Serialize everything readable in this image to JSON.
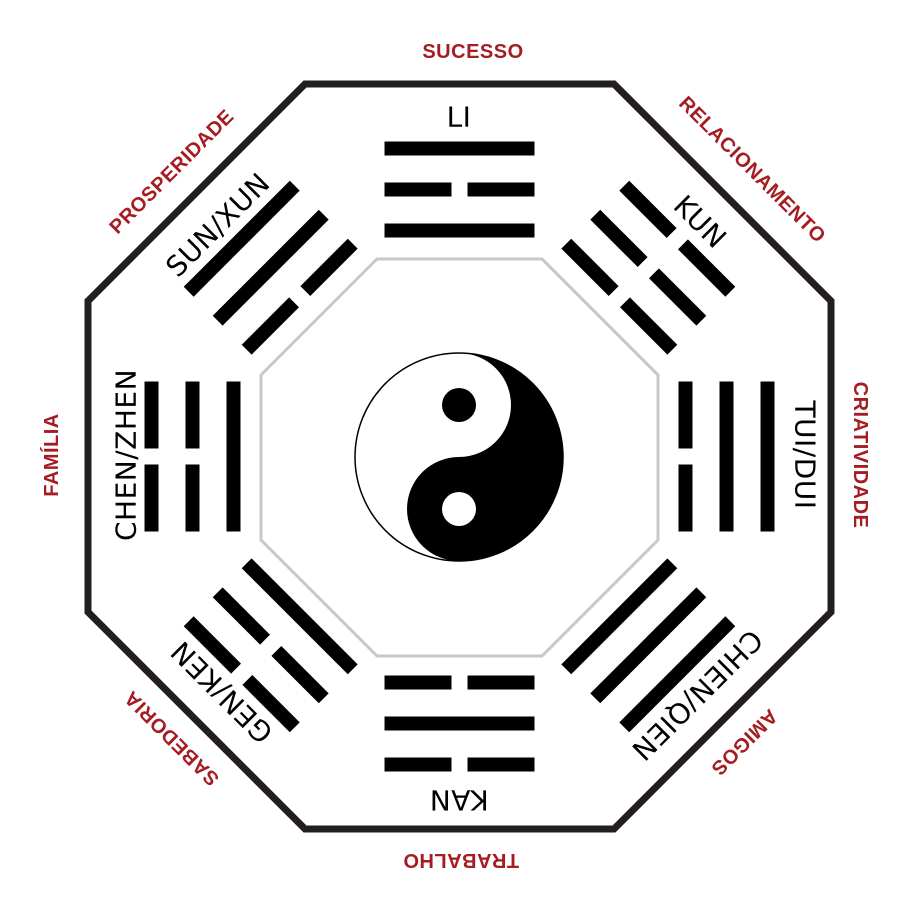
{
  "colors": {
    "area_label": "#a51d22",
    "outer_octagon": "#231f20",
    "inner_octagon": "#c8c8c8",
    "trigram": "#000000",
    "background": "#ffffff"
  },
  "center_symbol": "yin-yang-icon",
  "trigrams": [
    {
      "direction": "top",
      "name": "LI",
      "area": "SUCESSO",
      "lines": [
        1,
        0,
        1
      ]
    },
    {
      "direction": "top-right",
      "name": "KUN",
      "area": "RELACIONAMENTO",
      "lines": [
        0,
        0,
        0
      ]
    },
    {
      "direction": "right",
      "name": "TUI/DUI",
      "area": "CRIATIVIDADE",
      "lines": [
        1,
        1,
        0
      ]
    },
    {
      "direction": "bottom-right",
      "name": "CHIEN/QIEN",
      "area": "AMIGOS",
      "lines": [
        1,
        1,
        1
      ]
    },
    {
      "direction": "bottom",
      "name": "KAN",
      "area": "TRABALHO",
      "lines": [
        0,
        1,
        0
      ]
    },
    {
      "direction": "bottom-left",
      "name": "GEN/KEN",
      "area": "SABEDORIA",
      "lines": [
        0,
        0,
        1
      ]
    },
    {
      "direction": "left",
      "name": "CHEN/ZHEN",
      "area": "FAMÍLIA",
      "lines": [
        0,
        0,
        1
      ]
    },
    {
      "direction": "top-left",
      "name": "SUN/XUN",
      "area": "PROSPERIDADE",
      "lines": [
        1,
        1,
        0
      ]
    }
  ]
}
